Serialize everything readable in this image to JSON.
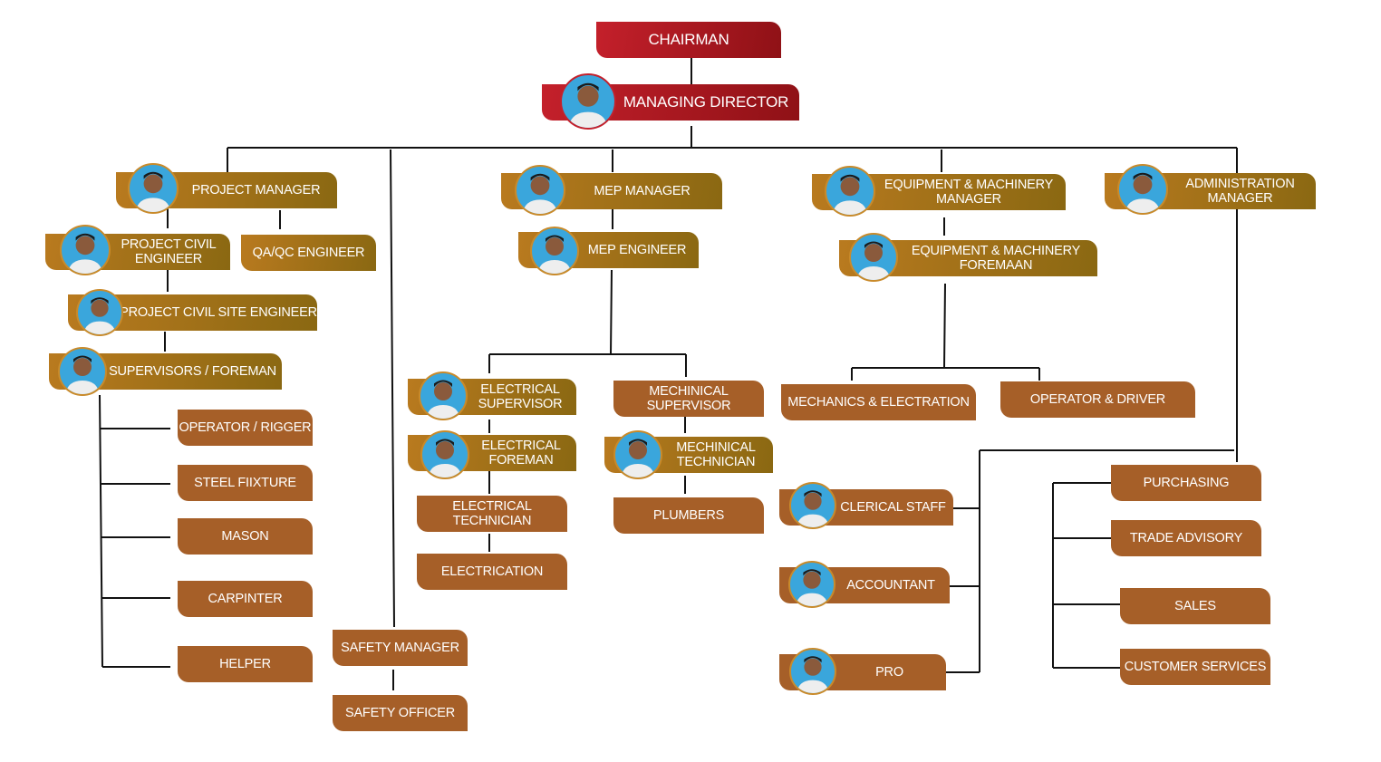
{
  "colors": {
    "red": "#b31b24",
    "gold": "#a0701a",
    "copper": "#a65f28",
    "line": "#111111"
  },
  "nodes": {
    "chairman": {
      "label": "CHAIRMAN"
    },
    "managing_director": {
      "label": "MANAGING DIRECTOR",
      "icon": "person-photo-icon"
    },
    "project_manager": {
      "label": "PROJECT MANAGER",
      "icon": "person-photo-icon"
    },
    "mep_manager": {
      "label": "MEP MANAGER",
      "icon": "person-photo-icon"
    },
    "equipment_manager": {
      "label": "EQUIPMENT & MACHINERY\nMANAGER",
      "icon": "person-photo-icon"
    },
    "administration_manager": {
      "label": "ADMINISTRATION\nMANAGER",
      "icon": "person-photo-icon"
    },
    "project_civil_engineer": {
      "label": "PROJECT CIVIL\nENGINEER",
      "icon": "person-photo-icon"
    },
    "qaqc_engineer": {
      "label": "QA/QC ENGINEER"
    },
    "project_civil_site_engineer": {
      "label": "PROJECT CIVIL SITE ENGINEER",
      "icon": "person-photo-icon"
    },
    "supervisors_foreman": {
      "label": "SUPERVISORS / FOREMAN",
      "icon": "person-photo-icon"
    },
    "mep_engineer": {
      "label": "MEP ENGINEER",
      "icon": "person-photo-icon"
    },
    "equipment_foreman": {
      "label": "EQUIPMENT & MACHINERY\nFOREMAAN",
      "icon": "person-photo-icon"
    },
    "electrical_supervisor": {
      "label": "ELECTRICAL\nSUPERVISOR",
      "icon": "person-photo-icon"
    },
    "electrical_foreman": {
      "label": "ELECTRICAL\nFOREMAN",
      "icon": "person-photo-icon"
    },
    "electrical_technician": {
      "label": "ELECTRICAL\nTECHNICIAN"
    },
    "electrication": {
      "label": "ELECTRICATION"
    },
    "mechinical_supervisor": {
      "label": "MECHINICAL\nSUPERVISOR"
    },
    "mechinical_technician": {
      "label": "MECHINICAL\nTECHNICIAN",
      "icon": "person-photo-icon"
    },
    "plumbers": {
      "label": "PLUMBERS"
    },
    "mechanics_electration": {
      "label": "MECHANICS & ELECTRATION"
    },
    "operator_driver": {
      "label": "OPERATOR & DRIVER"
    },
    "operator_rigger": {
      "label": "OPERATOR / RIGGER"
    },
    "steel_fixture": {
      "label": "STEEL FIIXTURE"
    },
    "mason": {
      "label": "MASON"
    },
    "carpinter": {
      "label": "CARPINTER"
    },
    "helper": {
      "label": "HELPER"
    },
    "safety_manager": {
      "label": "SAFETY MANAGER"
    },
    "safety_officer": {
      "label": "SAFETY OFFICER"
    },
    "clerical_staff": {
      "label": "CLERICAL STAFF",
      "icon": "person-photo-icon"
    },
    "accountant": {
      "label": "ACCOUNTANT",
      "icon": "person-photo-icon"
    },
    "pro": {
      "label": "PRO",
      "icon": "person-photo-icon"
    },
    "purchasing": {
      "label": "PURCHASING"
    },
    "trade_advisory": {
      "label": "TRADE ADVISORY"
    },
    "sales": {
      "label": "SALES"
    },
    "customer_services": {
      "label": "CUSTOMER SERVICES"
    }
  }
}
